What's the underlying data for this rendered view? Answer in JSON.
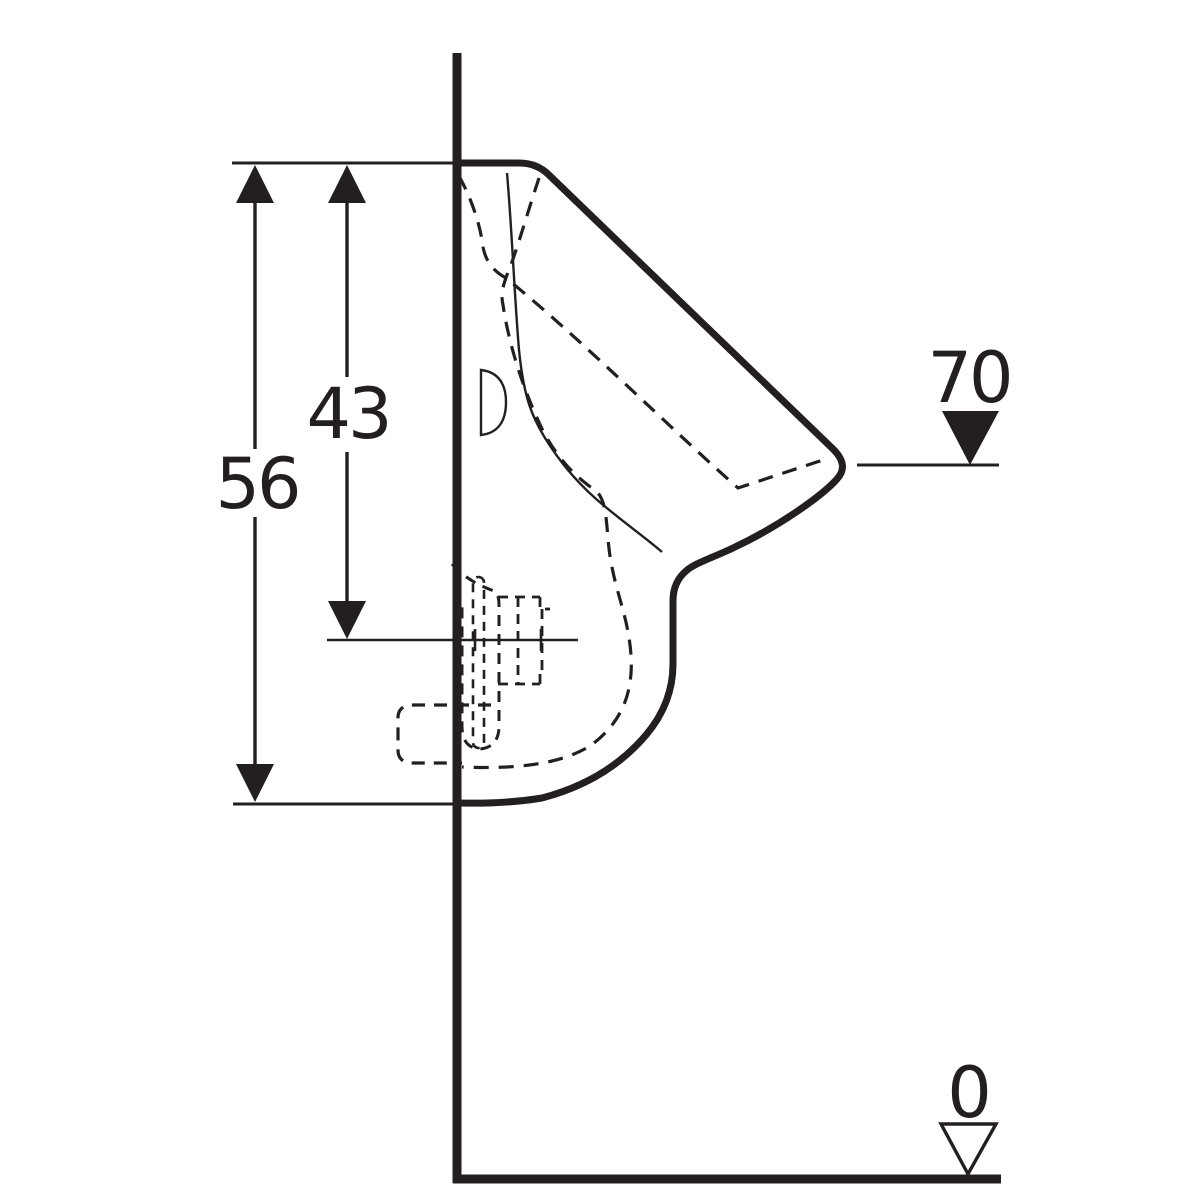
{
  "canvas": {
    "background": "#ffffff",
    "line_color": "#231f20"
  },
  "drawing": {
    "kind": "technical dimension drawing, side elevation of wall-hung urinal",
    "labels": {
      "overall_height": "56",
      "height_to_outlet": "43",
      "rim_level": "70",
      "floor_level": "0"
    }
  }
}
